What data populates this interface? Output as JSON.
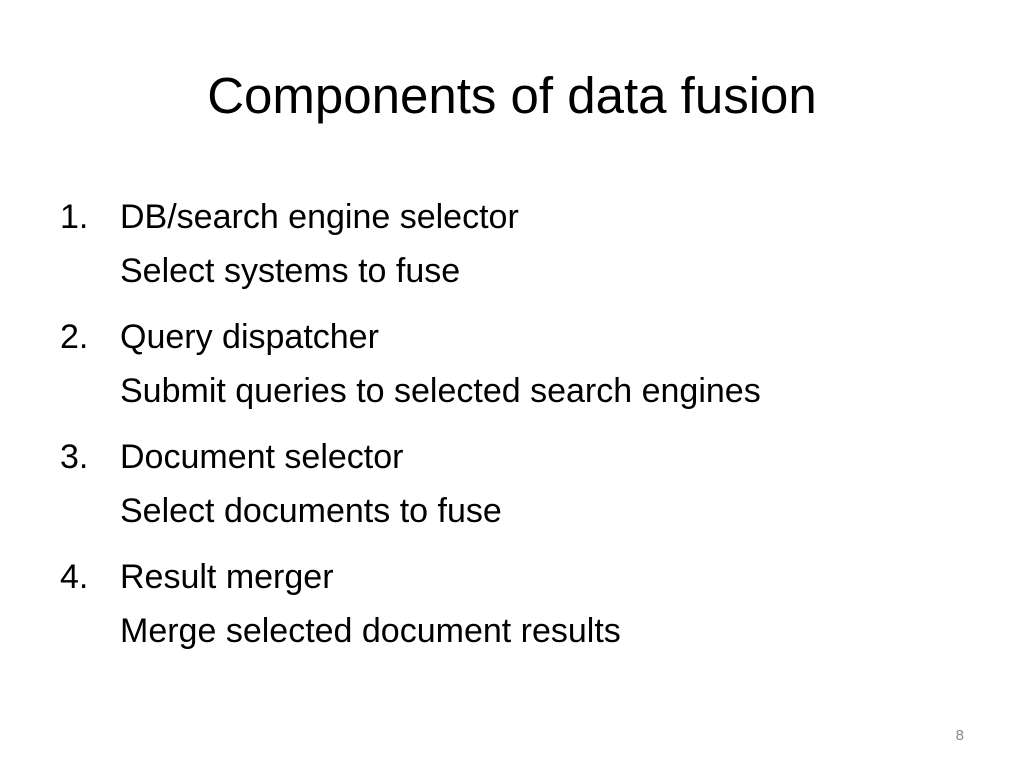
{
  "slide": {
    "title": "Components of data fusion",
    "slide_number": "8",
    "items": [
      {
        "number": "1.",
        "heading": "DB/search engine selector",
        "detail": "Select systems to fuse"
      },
      {
        "number": "2.",
        "heading": "Query dispatcher",
        "detail": "Submit queries to selected search engines"
      },
      {
        "number": "3.",
        "heading": "Document selector",
        "detail": "Select documents to fuse"
      },
      {
        "number": "4.",
        "heading": "Result merger",
        "detail": "Merge selected document results"
      }
    ]
  }
}
